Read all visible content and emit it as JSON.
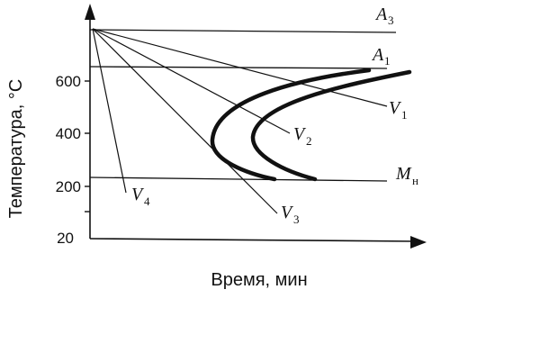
{
  "axes": {
    "y_title": "Температура, °C",
    "x_title": "Время, мин",
    "y_ticks": [
      "600",
      "400",
      "200",
      "20"
    ]
  },
  "lines": {
    "a3": {
      "main": "A",
      "sub": "3"
    },
    "a1": {
      "main": "A",
      "sub": "1"
    },
    "mn": {
      "main": "M",
      "sub": "н"
    }
  },
  "cooling_curves": [
    {
      "main": "V",
      "sub": "1"
    },
    {
      "main": "V",
      "sub": "2"
    },
    {
      "main": "V",
      "sub": "3"
    },
    {
      "main": "V",
      "sub": "4"
    }
  ],
  "colors": {
    "ink": "#111111",
    "background": "#ffffff"
  }
}
